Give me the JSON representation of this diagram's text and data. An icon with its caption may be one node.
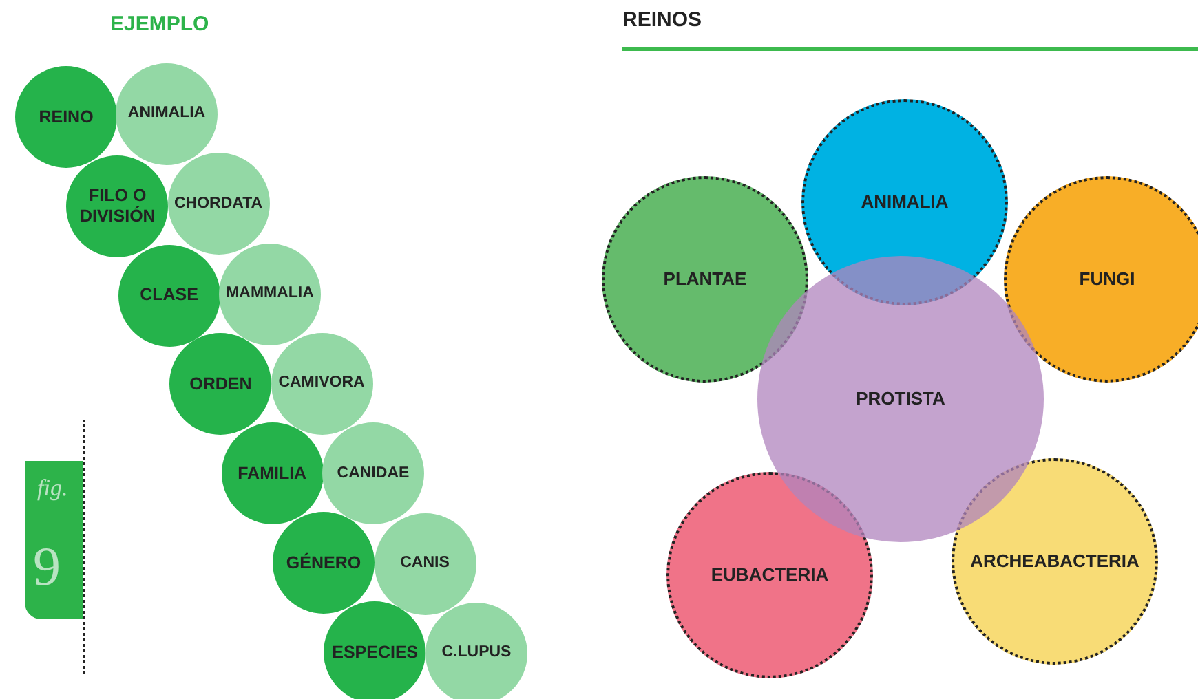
{
  "diagram": {
    "nodes": [
      {
        "text": [
          "REINO"
        ]
      },
      {
        "text": [
          "ANIMALIA"
        ]
      },
      {
        "text": [
          "FILO O DIVISIÓN"
        ]
      },
      {
        "text": [
          "CHORDATA"
        ]
      },
      {
        "text": [
          "CLASE"
        ]
      },
      {
        "text": [
          "MAMMALIA"
        ]
      },
      {
        "text": [
          "ORDEN"
        ]
      },
      {
        "text": [
          "CAMIVORA"
        ]
      },
      {
        "text": [
          "FAMILIA"
        ]
      },
      {
        "text": [
          "CANIDAE"
        ]
      },
      {
        "text": [
          "GÉNERO"
        ]
      },
      {
        "text": [
          "CANIS"
        ]
      },
      {
        "text": [
          "ESPECIES"
        ]
      },
      {
        "text": [
          "C.LUPUS"
        ]
      },
      {
        "text": [
          "ANIMALIA"
        ]
      },
      {
        "text": [
          "PLANTAE"
        ]
      },
      {
        "text": [
          "FUNGI"
        ]
      },
      {
        "text": [
          "PROTISTA"
        ]
      },
      {
        "text": [
          "EUBACTERIA"
        ]
      },
      {
        "text": [
          "ARCHEABACTERIA"
        ]
      }
    ],
    "edges": [],
    "labels": [
      "EJEMPLO",
      "REINOS",
      "fig.",
      "9"
    ]
  }
}
